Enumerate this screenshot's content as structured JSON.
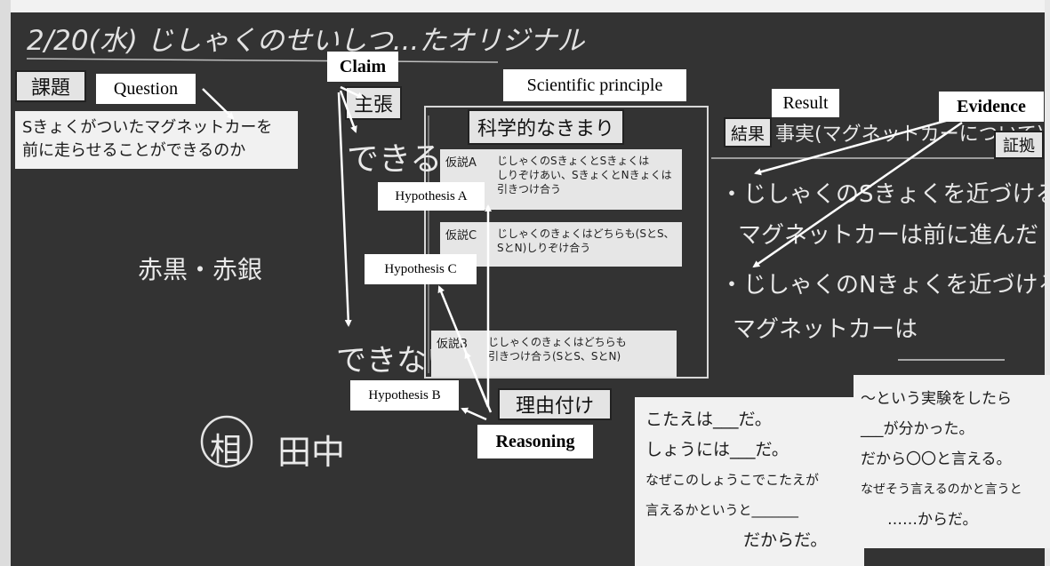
{
  "board": {
    "date_title": "2/20(水) じしゃくのせいしつ...たオリジナル",
    "task_label": "課題",
    "task_text": [
      "Sきょくがついたマグネットカーを",
      "前に走らせることができるのか"
    ],
    "claim_label": "主張",
    "claim_can": "できる",
    "claim_cannot": "できない",
    "principle_label": "科学的なきまり",
    "hypotheses": [
      {
        "label": "仮説A",
        "text": "じしゃくのSきょくとSきょくは\nしりぞけあい、SきょくとNきょくは\n引きつけ合う"
      },
      {
        "label": "仮説C",
        "text": "じしゃくのきょくはどちらも(SとS、\nSとN)しりぞけ合う"
      },
      {
        "label": "仮説B",
        "text": "じしゃくのきょくはどちらも\n引きつけ合う(SとS、SとN)"
      }
    ],
    "reasoning_label": "理由付け",
    "result_label": "結果",
    "result_heading": "事実(マグネットカーについて)",
    "evidence_label": "証拠",
    "result_lines": [
      "・じしゃくのSきょくを近づけると",
      "マグネットカーは前に進んだ",
      "・じしゃくのNきょくを近づけると",
      "マグネットカーは"
    ],
    "colors_text": "赤黒・赤銀",
    "names_circle": "相",
    "names_text": "田中",
    "paper_left": [
      "こたえは___だ。",
      "しょうには___だ。",
      "なぜこのしょうこでこたえが",
      "言えるかというと_______",
      "だからだ。"
    ],
    "paper_right": [
      "〜という実験をしたら",
      "___が分かった。",
      "だから〇〇と言える。",
      "なぜそう言えるのかと言うと",
      "……からだ。"
    ]
  },
  "annotations": {
    "question": "Question",
    "claim": "Claim",
    "scientific_principle": "Scientific principle",
    "result": "Result",
    "evidence": "Evidence",
    "hypothesis_a": "Hypothesis A",
    "hypothesis_c": "Hypothesis C",
    "hypothesis_b": "Hypothesis B",
    "reasoning": "Reasoning"
  }
}
